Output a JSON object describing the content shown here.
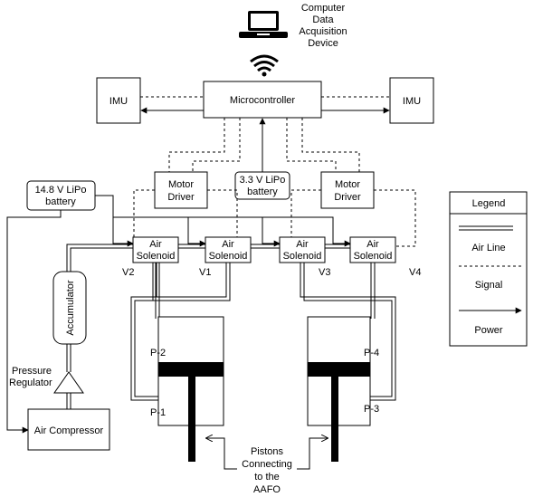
{
  "labels": {
    "computer": [
      "Computer",
      "Data",
      "Acquisition",
      "Device"
    ],
    "imu_left": "IMU",
    "imu_right": "IMU",
    "microcontroller": "Microcontroller",
    "battery_148": [
      "14.8 V LiPo",
      "battery"
    ],
    "battery_33": [
      "3.3 V LiPo",
      "battery"
    ],
    "motor_driver_left": [
      "Motor",
      "Driver"
    ],
    "motor_driver_right": [
      "Motor",
      "Driver"
    ],
    "solenoids": [
      [
        "Air",
        "Solenoid"
      ],
      [
        "Air",
        "Solenoid"
      ],
      [
        "Air",
        "Solenoid"
      ],
      [
        "Air",
        "Solenoid"
      ]
    ],
    "valves": [
      "V2",
      "V1",
      "V3",
      "V4"
    ],
    "accumulator": "Accumulator",
    "pressure_regulator": [
      "Pressure",
      "Regulator"
    ],
    "air_compressor": "Air Compressor",
    "pistons": [
      "P-2",
      "P-1",
      "P-4",
      "P-3"
    ],
    "pistons_note": [
      "Pistons",
      "Connecting",
      "to the",
      "AAFO"
    ]
  },
  "legend": {
    "title": "Legend",
    "items": [
      "Air Line",
      "Signal",
      "Power"
    ]
  },
  "colors": {
    "stroke": "#000000",
    "fill": "#ffffff",
    "piston_head": "#000000"
  },
  "icons": {
    "computer": "laptop-icon",
    "wireless": "wifi-icon"
  }
}
